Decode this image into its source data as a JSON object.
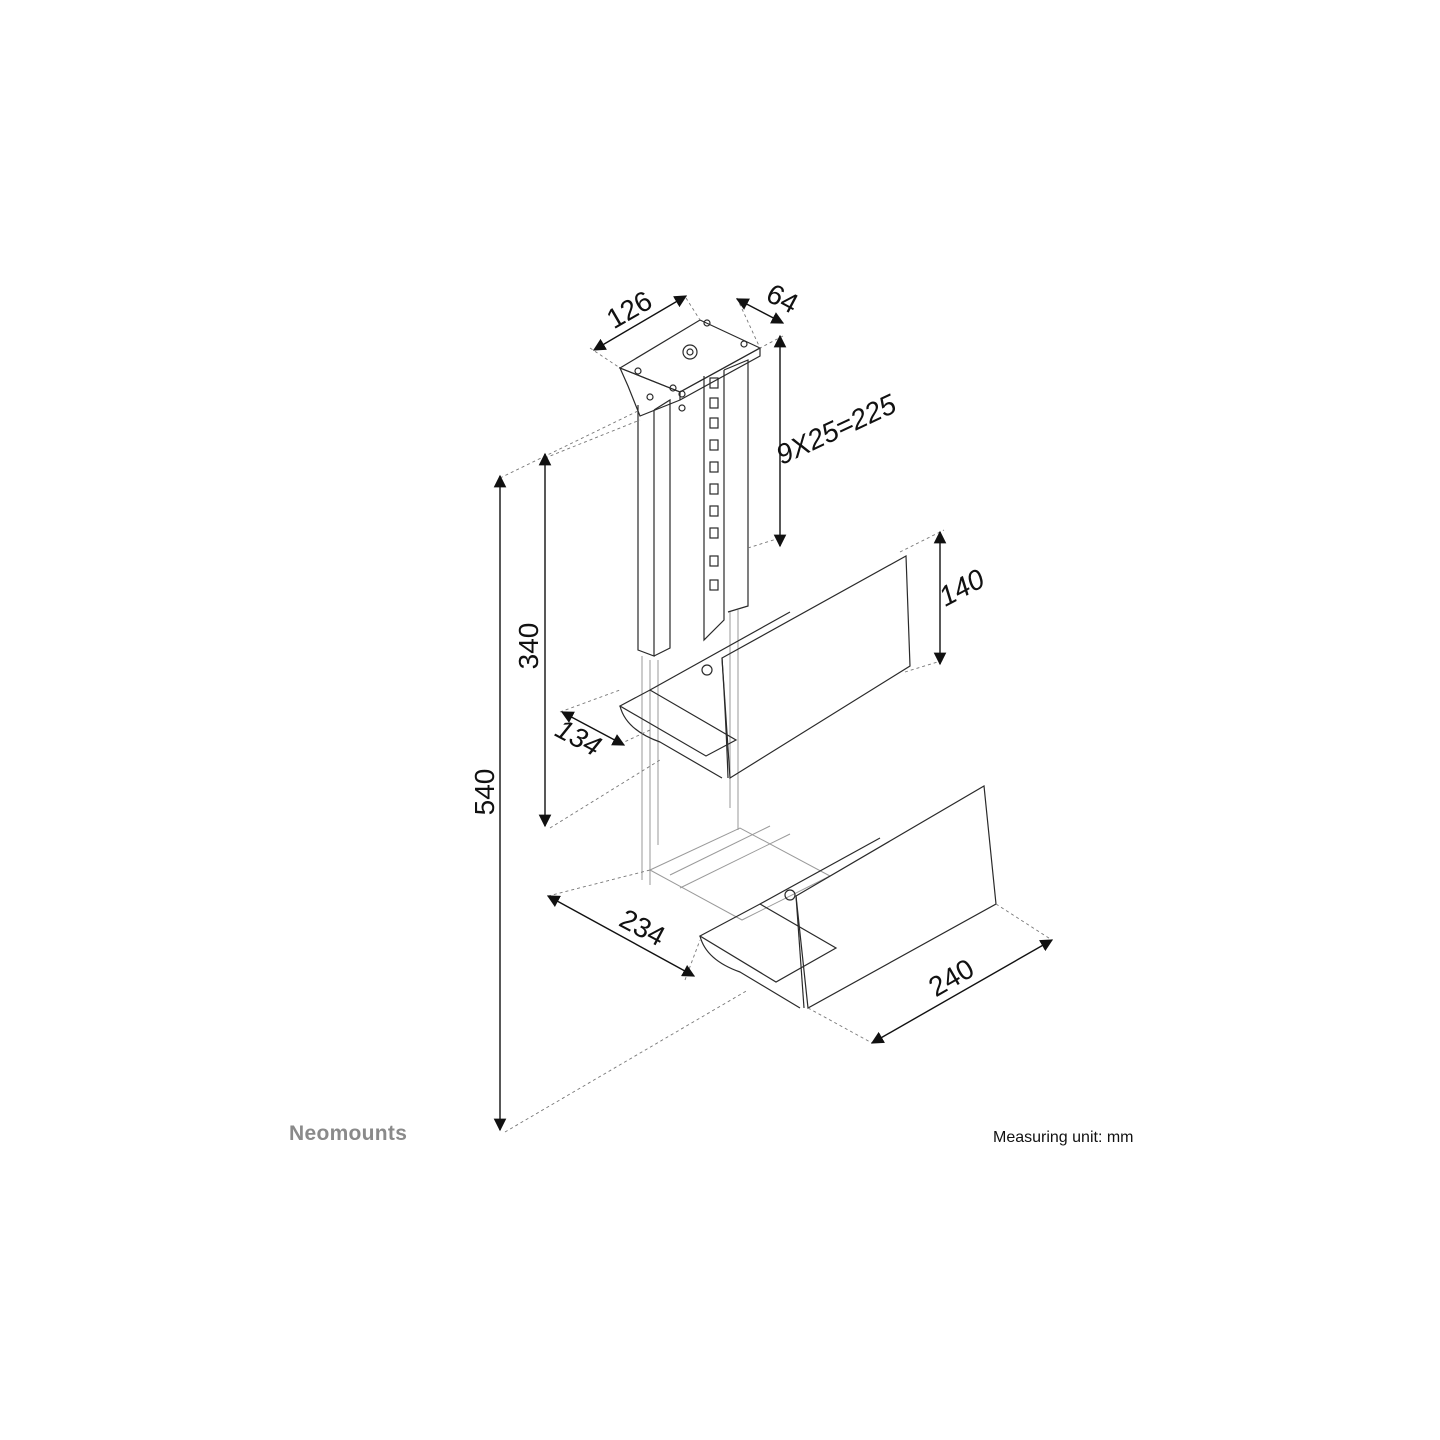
{
  "brand": {
    "logo_text": "Neomounts"
  },
  "footer": {
    "measuring_unit": "Measuring unit: mm"
  },
  "dimensions": {
    "top_plate_width": "126",
    "top_plate_depth": "64",
    "height_adjust": "9X25=225",
    "holder_height": "140",
    "min_height": "340",
    "max_height": "540",
    "holder_depth": "134",
    "min_width": "234",
    "max_width": "240"
  }
}
